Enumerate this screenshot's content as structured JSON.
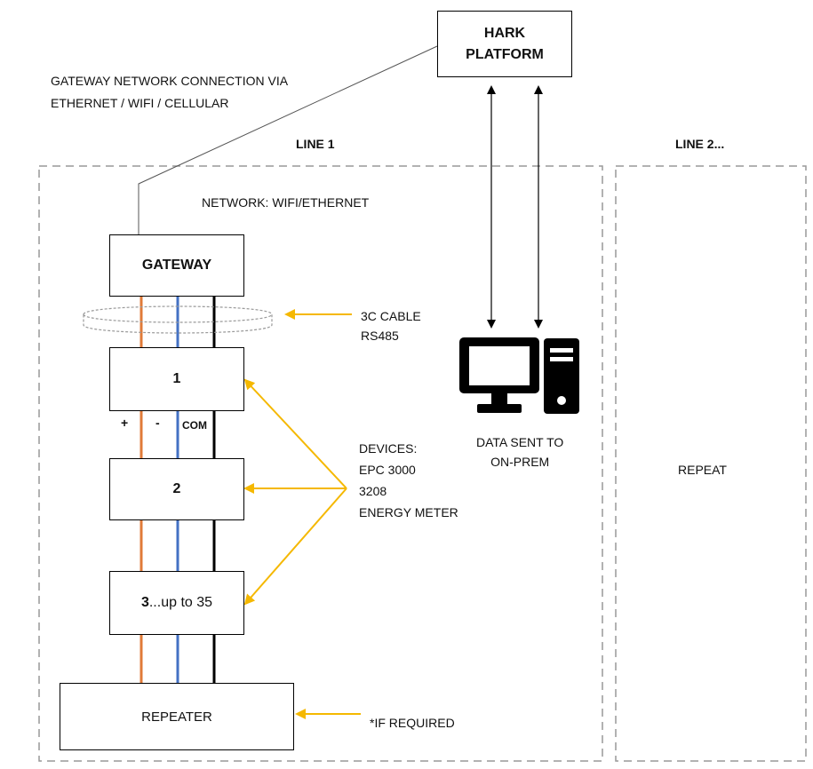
{
  "platform": {
    "label": "HARK\nPLATFORM"
  },
  "gateway_connection_note": "GATEWAY NETWORK CONNECTION VIA\nETHERNET / WIFI / CELLULAR",
  "lines": {
    "line1_title": "LINE 1",
    "line2_title": "LINE 2...",
    "repeat_label": "REPEAT"
  },
  "network_label": "NETWORK: WIFI/ETHERNET",
  "gateway": {
    "label": "GATEWAY"
  },
  "cable": {
    "label": "3C CABLE\nRS485"
  },
  "devices": {
    "device1": "1",
    "device2": "2",
    "device3_num": "3",
    "device3_rest": "...up to 35",
    "annotation": "DEVICES:\nEPC 3000\n3208\nENERGY METER"
  },
  "wires": {
    "plus": "+",
    "minus": "-",
    "com": "COM",
    "colors": {
      "plus": "#e07b39",
      "minus": "#4472c4",
      "com": "#000000"
    }
  },
  "on_prem": {
    "label": "DATA SENT TO\nON-PREM",
    "icons": [
      "monitor-icon",
      "computer-tower-icon"
    ]
  },
  "repeater": {
    "label": "REPEATER",
    "note": "*IF REQUIRED"
  },
  "colors": {
    "annotation_arrow": "#f5b800",
    "dashed_border": "#999999"
  }
}
